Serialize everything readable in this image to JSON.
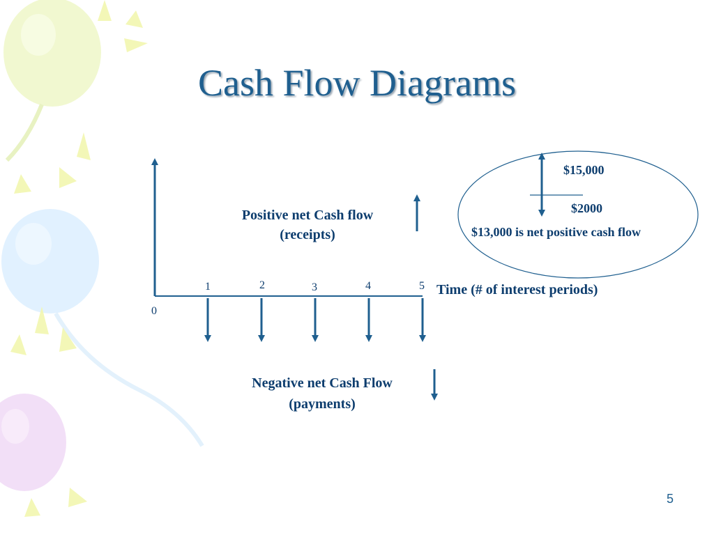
{
  "slide": {
    "title": "Cash Flow Diagrams",
    "page_number": "5"
  },
  "diagram": {
    "positive_label_line1": "Positive net Cash flow",
    "positive_label_line2": "(receipts)",
    "negative_label_line1": "Negative net Cash Flow",
    "negative_label_line2": "(payments)",
    "time_axis_label": "Time  (# of interest periods)",
    "periods": [
      "0",
      "1",
      "2",
      "3",
      "4",
      "5"
    ],
    "example": {
      "receipt": "$15,000",
      "payment": "$2000",
      "net_note": "$13,000 is net positive cash flow"
    },
    "colors": {
      "arrow": "#1f5f8f",
      "text": "#0d3d6e",
      "title": "#1f5f8f"
    }
  }
}
